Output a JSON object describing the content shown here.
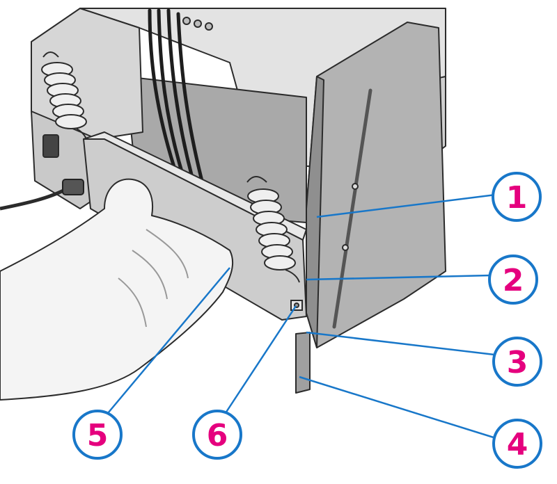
{
  "colors": {
    "callout": "#1877c9",
    "number": "#e5007e",
    "metal_light": "#d9d9d9",
    "metal_mid": "#b7b7b7",
    "metal_dark": "#8e8e8e",
    "outline": "#2b2b2b",
    "hand": "#f3f3f3"
  },
  "callouts": [
    {
      "id": "1",
      "label": "1"
    },
    {
      "id": "2",
      "label": "2"
    },
    {
      "id": "3",
      "label": "3"
    },
    {
      "id": "4",
      "label": "4"
    },
    {
      "id": "5",
      "label": "5"
    },
    {
      "id": "6",
      "label": "6"
    }
  ]
}
